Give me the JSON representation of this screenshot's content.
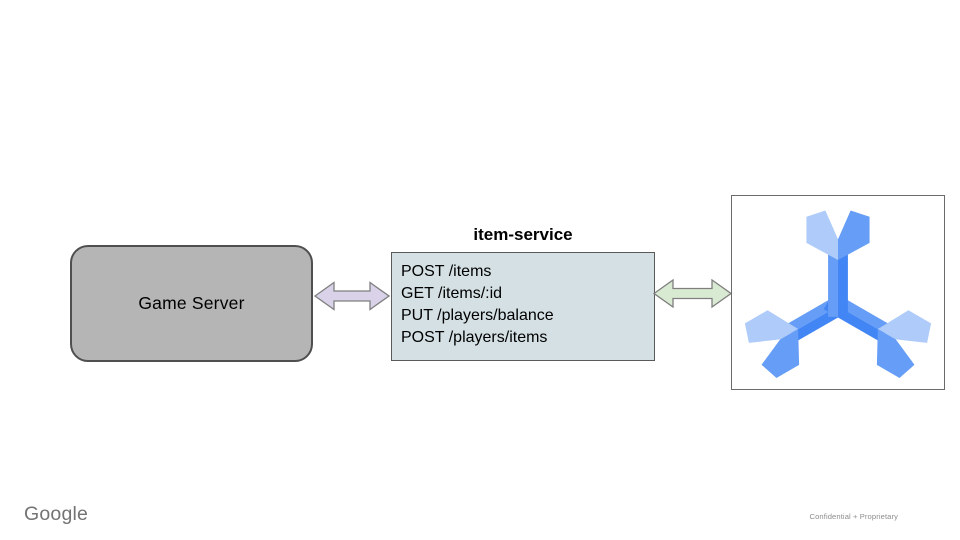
{
  "game_server": {
    "label": "Game Server"
  },
  "service": {
    "title": "item-service",
    "endpoints": [
      "POST /items",
      "GET /items/:id",
      "PUT /players/balance",
      "POST /players/items"
    ]
  },
  "footer": {
    "brand": "Google",
    "classification": "Confidential + Proprietary"
  },
  "colors": {
    "game_server_fill": "#b5b5b5",
    "service_fill": "#d4e0e4",
    "arrow_left_fill": "#d9d2e9",
    "arrow_right_fill": "#d9ead3",
    "arrow_stroke": "#7f7f7f",
    "spanner_light": "#aecbfa",
    "spanner_medium": "#669df6",
    "spanner_dark": "#4285f4",
    "text_muted": "#737373",
    "text_footnote": "#8d8d8d"
  }
}
